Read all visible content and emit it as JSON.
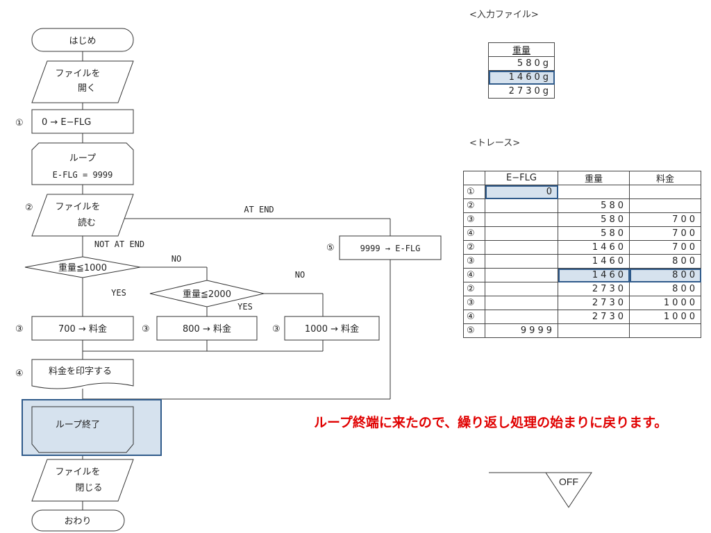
{
  "flowchart": {
    "start": "はじめ",
    "open_file": [
      "ファイルを",
      "開く"
    ],
    "step1": "0 → E−FLG",
    "loop_start": [
      "ループ",
      "E-FLG = 9999"
    ],
    "read_file": [
      "ファイルを",
      "読む"
    ],
    "at_end": "AT END",
    "not_at_end": "NOT AT END",
    "cond1": "重量≦1000",
    "cond2": "重量≦2000",
    "yes": "YES",
    "no": "NO",
    "step5": "9999 → E-FLG",
    "fee700": "700 → 料金",
    "fee800": "800 → 料金",
    "fee1000": "1000 → 料金",
    "print": "料金を印字する",
    "loop_end": "ループ終了",
    "close_file": [
      "ファイルを",
      "閉じる"
    ],
    "end": "おわり",
    "markers": {
      "m1": "①",
      "m2": "②",
      "m3": "③",
      "m4": "④",
      "m5": "⑤"
    }
  },
  "input_file": {
    "title": "<入力ファイル>",
    "header": "重量",
    "rows": [
      "580g",
      "1460g",
      "2730g"
    ]
  },
  "trace": {
    "title": "<トレース>",
    "headers": [
      "",
      "E−FLG",
      "重量",
      "料金"
    ],
    "rows": [
      [
        "①",
        "0",
        "",
        ""
      ],
      [
        "②",
        "",
        "580",
        ""
      ],
      [
        "③",
        "",
        "580",
        "700"
      ],
      [
        "④",
        "",
        "580",
        "700"
      ],
      [
        "②",
        "",
        "1460",
        "700"
      ],
      [
        "③",
        "",
        "1460",
        "800"
      ],
      [
        "④",
        "",
        "1460",
        "800"
      ],
      [
        "②",
        "",
        "2730",
        "800"
      ],
      [
        "③",
        "",
        "2730",
        "1000"
      ],
      [
        "④",
        "",
        "2730",
        "1000"
      ],
      [
        "⑤",
        "9999",
        "",
        ""
      ]
    ]
  },
  "message": "ループ終端に来たので、繰り返し処理の始まりに戻ります。",
  "toggle_label": "OFF",
  "colors": {
    "highlight": "#d6e2ee",
    "highlight_border": "#2f5a8a",
    "message": "#e00000"
  }
}
